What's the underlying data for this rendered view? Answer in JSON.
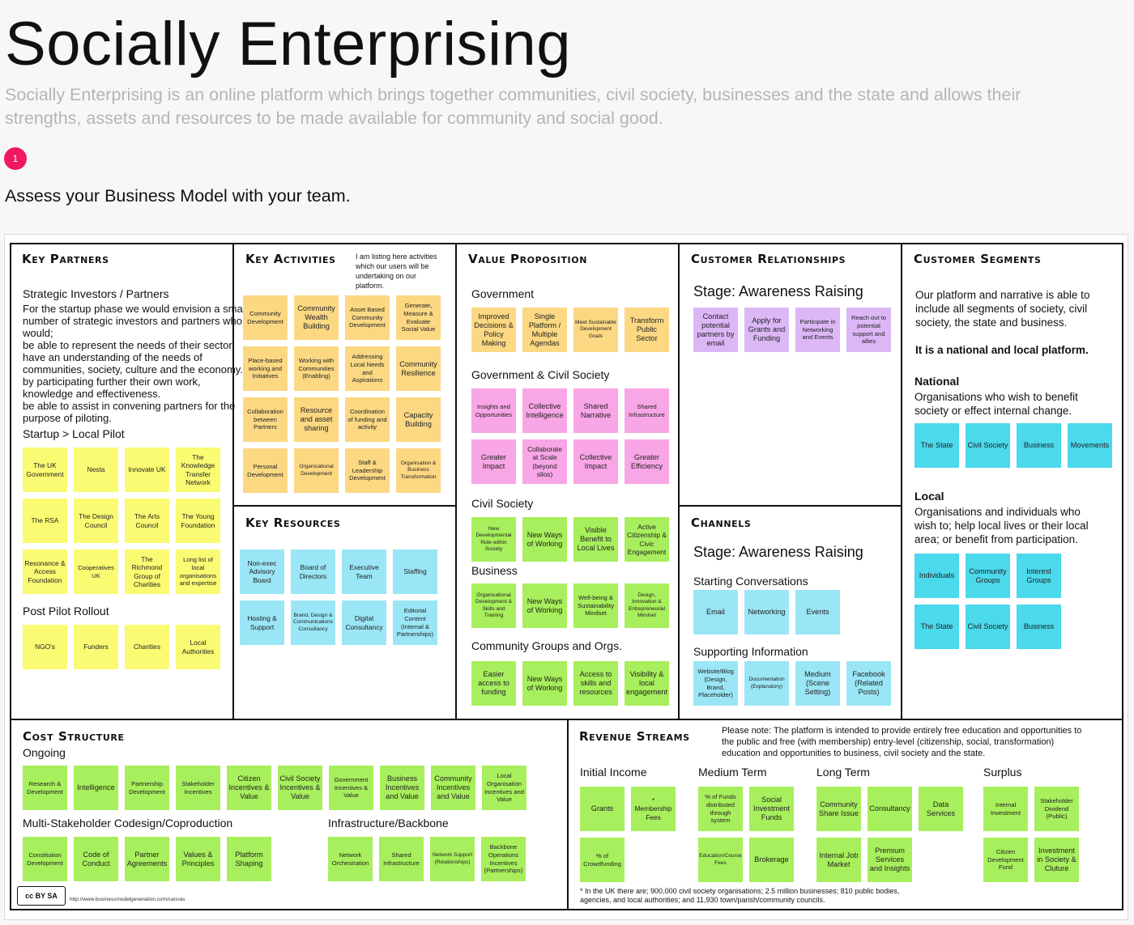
{
  "header": {
    "title": "Socially Enterprising",
    "subtitle": "Socially Enterprising is an online platform which brings together communities, civil society, businesses and the state and allows their strengths, assets and resources to be made available for community and social good.",
    "step_number": "1",
    "step_text": "Assess your Business Model with your team."
  },
  "key_partners": {
    "title": "Key Partners",
    "heading": "Strategic Investors / Partners",
    "lines": [
      "For the startup phase we would envision a small",
      "number of strategic investors and partners who",
      "would;",
      "be able to represent the needs of their sector.",
      "have an understanding of the needs of",
      "communities, society, culture and the economy.",
      "by participating further their own work,",
      "knowledge and effectiveness.",
      "be able to assist in convening partners for the",
      "purpose of piloting."
    ],
    "startup_label": "Startup > Local Pilot",
    "startup_notes": [
      "The UK Government",
      "Nesta",
      "Innovate UK",
      "The Knowledge Transfer Network",
      "The RSA",
      "The Design Council",
      "The Arts Council",
      "The Young Foundation",
      "Resonance & Access Foundation",
      "Cooperatives UK",
      "The Richmond Group of Charities",
      "Long list of local organisations and expertise"
    ],
    "rollout_label": "Post Pilot Rollout",
    "rollout_notes": [
      "NGO's",
      "Funders",
      "Charities",
      "Local Authorities"
    ]
  },
  "key_activities": {
    "title": "Key Activities",
    "note_lines": [
      "I am listing here activities",
      "which our users will be",
      "undertaking on our",
      "platform."
    ],
    "notes": [
      "Community Development",
      "Community Wealth Building",
      "Asset Based Community Development",
      "Generate, Measure & Evaluate Social Value",
      "Place-based working and Initiatives",
      "Working with Communities (Enabling)",
      "Addressing Local Needs and Aspirations",
      "Community Resilience",
      "Collaboration between Partners",
      "Resource and asset sharing",
      "Coordination of funding and activity",
      "Capacity Building",
      "Personal Development",
      "Organisational Development",
      "Staff & Leadership Development",
      "Organisation & Business Transformation"
    ]
  },
  "key_resources": {
    "title": "Key Resources",
    "notes": [
      "Non-exec Advisory Board",
      "Board of Directors",
      "Executive Team",
      "Staffing",
      "Hosting & Support",
      "Brand, Design & Communications Consultancy",
      "Digital Consultancy",
      "Editorial Content (Internal & Partnerships)"
    ]
  },
  "value_proposition": {
    "title": "Value Proposition",
    "groups": [
      {
        "label": "Government",
        "color": "orange",
        "notes": [
          "Improved Decisions & Policy Making",
          "Single Platform / Multiple Agendas",
          "Meet Sustainable Development Goals",
          "Transform Public Sector"
        ]
      },
      {
        "label": "Government & Civil Society",
        "color": "pink",
        "notes": [
          "Insights and Opportunities",
          "Collective Intelligence",
          "Shared Narrative",
          "Shared Infrastructure",
          "Greater Impact",
          "Collaborate at Scale (beyond silos)",
          "Collective Impact",
          "Greater Efficiency"
        ]
      },
      {
        "label": "Civil Society",
        "color": "green",
        "notes": [
          "New Developmental Role within Society",
          "New Ways of Working",
          "Visible Benefit to Local Lives",
          "Active Citizenship & Civic Engagement"
        ]
      },
      {
        "label": "Business",
        "color": "green",
        "notes": [
          "Organisational Development & Skills and Training",
          "New Ways of Working",
          "Well-being & Sustainability Mindset",
          "Design, Innovation & Entrepreneurial Mindset"
        ]
      },
      {
        "label": "Community Groups and Orgs.",
        "color": "green",
        "notes": [
          "Easier access to funding",
          "New Ways of Working",
          "Access to skills and resources",
          "Visibility & local engagement"
        ]
      }
    ]
  },
  "customer_relationships": {
    "title": "Customer Relationships",
    "stage": "Stage: Awareness Raising",
    "notes": [
      "Contact potential partners by email",
      "Apply for Grants and Funding",
      "Participate in Networking and Events",
      "Reach out to potential support and allies"
    ]
  },
  "channels": {
    "title": "Channels",
    "stage": "Stage: Awareness Raising",
    "starting_label": "Starting Conversations",
    "starting_notes": [
      "Email",
      "Networking",
      "Events"
    ],
    "supporting_label": "Supporting Information",
    "supporting_notes": [
      "Website/Blog (Design, Brand, Placeholder)",
      "Documentation (Explanatory)",
      "Medium (Scene Setting)",
      "Facebook (Related Posts)"
    ]
  },
  "customer_segments": {
    "title": "Customer Segments",
    "intro_lines": [
      "Our platform and narrative is able to",
      "include all segments of society, civil",
      "society, the state and business."
    ],
    "bold_line": "It is a national and local platform.",
    "national_label": "National",
    "national_lines": [
      "Organisations who wish to benefit",
      "society or effect internal change."
    ],
    "national_notes": [
      "The State",
      "Civil Society",
      "Business",
      "Movements"
    ],
    "local_label": "Local",
    "local_lines": [
      "Organisations and individuals who",
      "wish to; help local lives or their local",
      "area; or benefit from participation."
    ],
    "local_notes": [
      "Individuals",
      "Community Groups",
      "Interest Groups",
      "The State",
      "Civil Society",
      "Business"
    ]
  },
  "cost_structure": {
    "title": "Cost Structure",
    "ongoing_label": "Ongoing",
    "ongoing_notes": [
      "Research & Development",
      "Intelligence",
      "Partnership Development",
      "Stakeholder Incentives",
      "Citizen Incentives & Value",
      "Civil Society Incentives & Value",
      "Government Incentives & Value",
      "Business Incentives and Value",
      "Community Incentives and Value",
      "Local Organisation Incentives and Value"
    ],
    "codesign_label": "Multi-Stakeholder Codesign/Coproduction",
    "codesign_notes": [
      "Constitution Development",
      "Code of Conduct",
      "Partner Agreements",
      "Values & Principles",
      "Platform Shaping"
    ],
    "infra_label": "Infrastructure/Backbone",
    "infra_notes": [
      "Network Orchestration",
      "Shared Infrastructure",
      "Network Support (Relationships)",
      "Backbone Operations Incentives (Partnerships)"
    ]
  },
  "revenue_streams": {
    "title": "Revenue Streams",
    "note_lines": [
      "Please note: The platform is intended to provide entirely free education and opportunities to",
      "the public and free (with membership) entry-level (citizenship, social, transformation)",
      "education and opportunities to business, civil society and the state."
    ],
    "groups": [
      {
        "label": "Initial Income",
        "notes": [
          "Grants",
          "* Membership Fees",
          "% of Crowdfunding"
        ]
      },
      {
        "label": "Medium Term",
        "notes": [
          "% of Funds distributed through system",
          "Social Investment Funds",
          "Education/Course Fees",
          "Brokerage"
        ]
      },
      {
        "label": "Long Term",
        "notes": [
          "Community Share Issue",
          "Consultancy",
          "Data Services",
          "Internal Job Market",
          "Premium Services and Insights"
        ]
      },
      {
        "label": "Surplus",
        "notes": [
          "Internal Investment",
          "Stakeholder Dividend (Public)",
          "Citizen Development Fund",
          "Investment in Society & Cluture"
        ]
      }
    ],
    "footnote_lines": [
      "* In the UK there are; 900,000 civil society organisations; 2.5 million businesses; 810 public bodies,",
      "agencies, and local authorities; and 11,930 town/parish/community councils."
    ]
  },
  "footer": {
    "license_logo": "cc BY SA",
    "url": "http://www.businessmodelgeneration.com/canvas"
  },
  "colors": {
    "badge": "#f0185f",
    "yellow": "#fafb73",
    "orange": "#fcd883",
    "pink": "#f8a6e6",
    "green": "#a7ef5c",
    "light_blue": "#9ae6f6",
    "cyan": "#4bd9ec",
    "purple": "#dcb7f6"
  }
}
